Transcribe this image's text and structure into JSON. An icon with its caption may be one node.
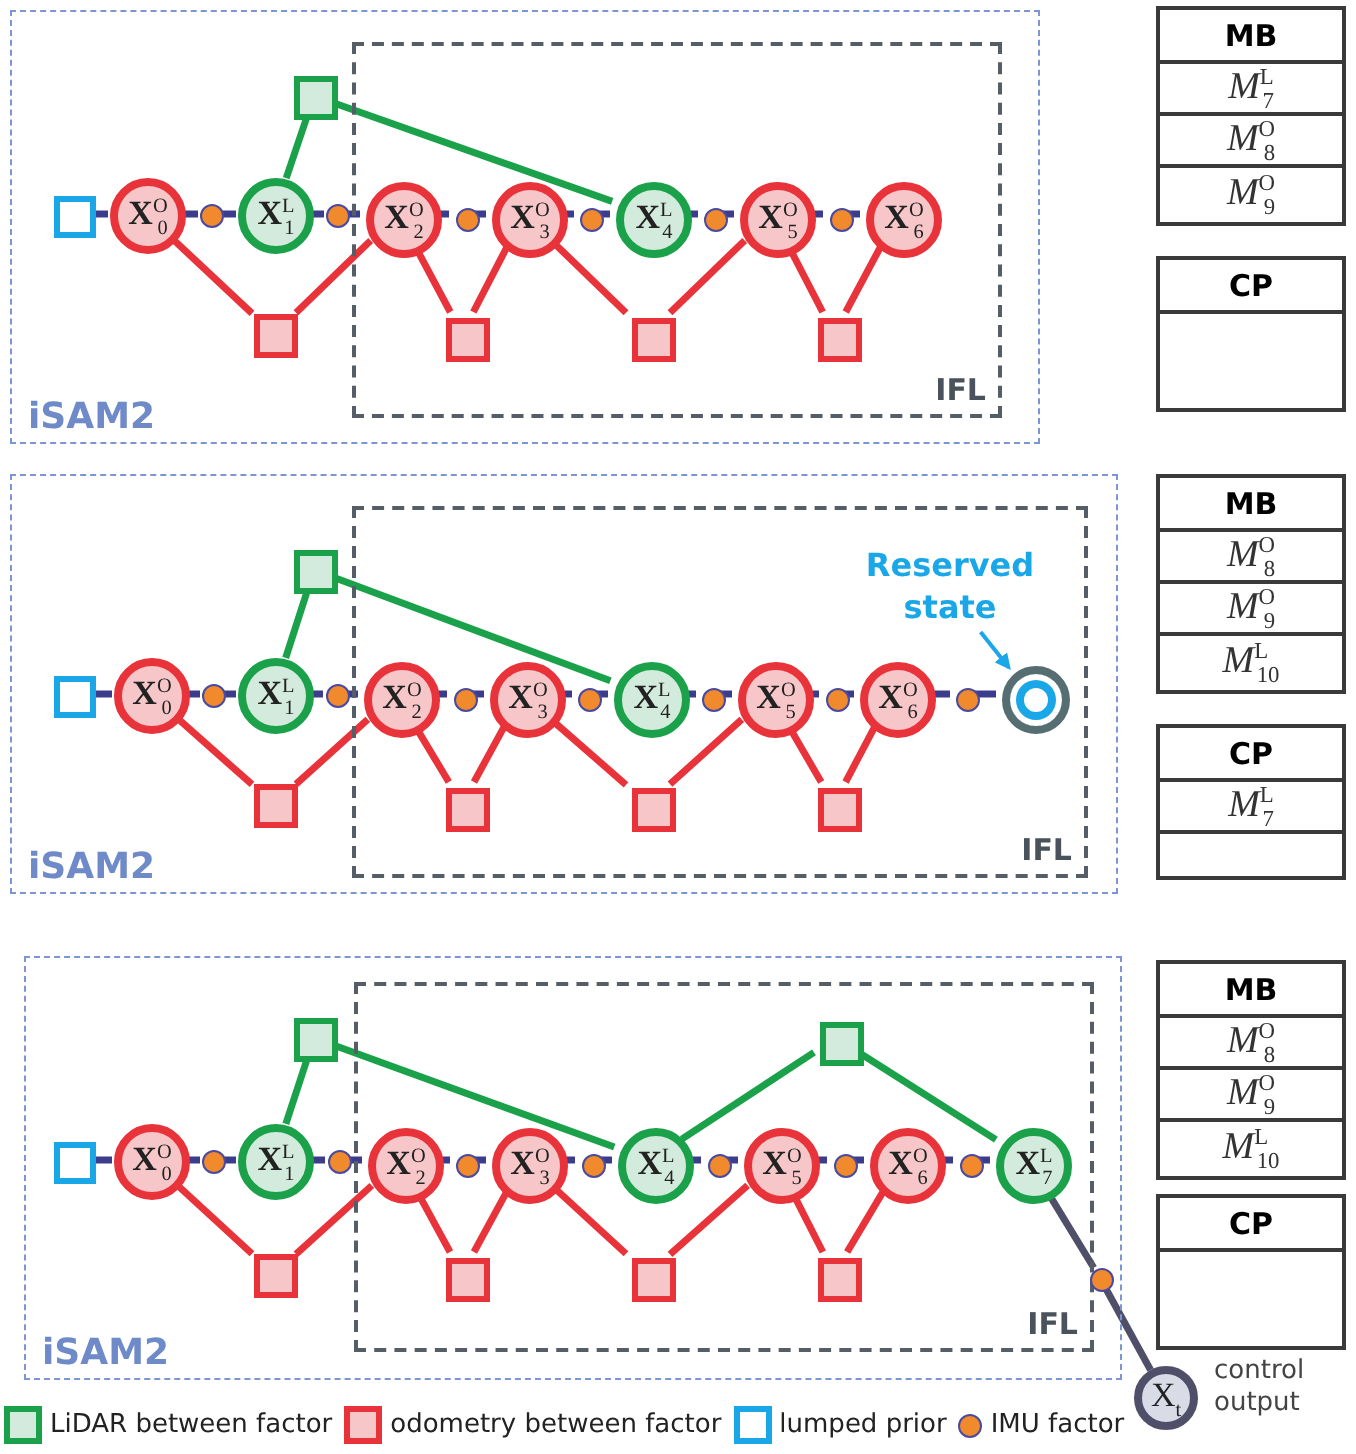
{
  "diagram": {
    "nodes": [
      {
        "text": [
          "iSAM2"
        ]
      },
      {
        "text": [
          "IFL"
        ],
        "in": 0
      },
      {
        "text": [],
        "shape": "box",
        "in": 0
      },
      {
        "text": [],
        "shape": "box",
        "in": 0
      },
      {
        "text": [
          "**X**$^{O}$$_{0}$"
        ],
        "in": 0
      },
      {
        "text": [],
        "shape": "circle",
        "in": 0
      },
      {
        "text": [
          "**X**$^{L}$$_{1}$"
        ],
        "in": 0
      },
      {
        "text": [],
        "shape": "circle",
        "in": 0
      },
      {
        "text": [
          "**X**$^{O}$$_{2}$"
        ],
        "in": 1
      },
      {
        "text": [],
        "shape": "circle",
        "in": 1
      },
      {
        "text": [
          "**X**$^{O}$$_{3}$"
        ],
        "in": 1
      },
      {
        "text": [],
        "shape": "circle",
        "in": 1
      },
      {
        "text": [
          "**X**$^{L}$$_{4}$"
        ],
        "in": 1
      },
      {
        "text": [],
        "shape": "circle",
        "in": 1
      },
      {
        "text": [
          "**X**$^{O}$$_{5}$"
        ],
        "in": 1
      },
      {
        "text": [],
        "shape": "circle",
        "in": 1
      },
      {
        "text": [
          "**X**$^{O}$$_{6}$"
        ],
        "in": 1
      },
      {
        "text": [],
        "shape": "box",
        "in": 0
      },
      {
        "text": [],
        "shape": "box",
        "in": 1
      },
      {
        "text": [],
        "shape": "box",
        "in": 1
      },
      {
        "text": [],
        "shape": "box",
        "in": 1
      },
      {
        "text": [
          "MB",
          "*M*$^{L}$$_{7}$",
          "*M*$^{O}$$_{8}$",
          "*M*$^{O}$$_{9}$"
        ]
      },
      {
        "text": [
          "CP"
        ]
      },
      {
        "text": [
          "iSAM2"
        ]
      },
      {
        "text": [
          "IFL"
        ],
        "in": 23
      },
      {
        "text": [],
        "shape": "box",
        "in": 23
      },
      {
        "text": [
          "Reserved state"
        ],
        "in": 24
      },
      {
        "text": [],
        "shape": "box",
        "in": 23
      },
      {
        "text": [
          "**X**$^{O}$$_{0}$"
        ],
        "in": 23
      },
      {
        "text": [],
        "shape": "circle",
        "in": 23
      },
      {
        "text": [
          "**X**$^{L}$$_{1}$"
        ],
        "in": 23
      },
      {
        "text": [],
        "shape": "circle",
        "in": 23
      },
      {
        "text": [
          "**X**$^{O}$$_{2}$"
        ],
        "in": 24
      },
      {
        "text": [],
        "shape": "circle",
        "in": 24
      },
      {
        "text": [
          "**X**$^{O}$$_{3}$"
        ],
        "in": 24
      },
      {
        "text": [],
        "shape": "circle",
        "in": 24
      },
      {
        "text": [
          "**X**$^{L}$$_{4}$"
        ],
        "in": 24
      },
      {
        "text": [],
        "shape": "circle",
        "in": 24
      },
      {
        "text": [
          "**X**$^{O}$$_{5}$"
        ],
        "in": 24
      },
      {
        "text": [],
        "shape": "circle",
        "in": 24
      },
      {
        "text": [
          "**X**$^{O}$$_{6}$"
        ],
        "in": 24
      },
      {
        "text": [],
        "shape": "circle",
        "in": 24
      },
      {
        "text": [],
        "shape": "circle",
        "in": 24
      },
      {
        "text": [],
        "shape": "box",
        "in": 23
      },
      {
        "text": [],
        "shape": "box",
        "in": 24
      },
      {
        "text": [],
        "shape": "box",
        "in": 24
      },
      {
        "text": [],
        "shape": "box",
        "in": 24
      },
      {
        "text": [
          "MB",
          "*M*$^{O}$$_{8}$",
          "*M*$^{O}$$_{9}$",
          "*M*$^{L}$$_{10}$"
        ]
      },
      {
        "text": [
          "CP",
          "*M*$^{L}$$_{7}$"
        ]
      },
      {
        "text": [
          "iSAM2"
        ]
      },
      {
        "text": [
          "IFL"
        ],
        "in": 49
      },
      {
        "text": [],
        "shape": "box",
        "in": 49
      },
      {
        "text": [],
        "shape": "box",
        "in": 50
      },
      {
        "text": [],
        "shape": "box",
        "in": 49
      },
      {
        "text": [
          "**X**$^{O}$$_{0}$"
        ],
        "in": 49
      },
      {
        "text": [],
        "shape": "circle",
        "in": 49
      },
      {
        "text": [
          "**X**$^{L}$$_{1}$"
        ],
        "in": 49
      },
      {
        "text": [],
        "shape": "circle",
        "in": 49
      },
      {
        "text": [
          "**X**$^{O}$$_{2}$"
        ],
        "in": 50
      },
      {
        "text": [],
        "shape": "circle",
        "in": 50
      },
      {
        "text": [
          "**X**$^{O}$$_{3}$"
        ],
        "in": 50
      },
      {
        "text": [],
        "shape": "circle",
        "in": 50
      },
      {
        "text": [
          "**X**$^{L}$$_{4}$"
        ],
        "in": 50
      },
      {
        "text": [],
        "shape": "circle",
        "in": 50
      },
      {
        "text": [
          "**X**$^{O}$$_{5}$"
        ],
        "in": 50
      },
      {
        "text": [],
        "shape": "circle",
        "in": 50
      },
      {
        "text": [
          "**X**$^{O}$$_{6}$"
        ],
        "in": 50
      },
      {
        "text": [],
        "shape": "circle",
        "in": 50
      },
      {
        "text": [
          "**X**$^{L}$$_{7}$"
        ],
        "in": 50
      },
      {
        "text": [],
        "shape": "box",
        "in": 49
      },
      {
        "text": [],
        "shape": "box",
        "in": 50
      },
      {
        "text": [],
        "shape": "box",
        "in": 50
      },
      {
        "text": [],
        "shape": "box",
        "in": 50
      },
      {
        "text": [],
        "shape": "circle",
        "in": 49
      },
      {
        "text": [
          "X$_{t}$"
        ],
        "beside": [
          "control output"
        ]
      },
      {
        "text": [
          "MB",
          "*M*$^{O}$$_{8}$",
          "*M*$^{O}$$_{9}$",
          "*M*$^{L}$$_{10}$"
        ]
      },
      {
        "text": [
          "CP"
        ]
      }
    ],
    "edges": [
      {
        "from": 2,
        "to": 6,
        "arrow": "none",
        "color": "#1aa14a"
      },
      {
        "from": 2,
        "to": 12,
        "arrow": "none",
        "color": "#1aa14a"
      },
      {
        "from": 3,
        "to": 4,
        "arrow": "none"
      },
      {
        "from": 4,
        "to": 5,
        "arrow": "none"
      },
      {
        "from": 5,
        "to": 6,
        "arrow": "none"
      },
      {
        "from": 6,
        "to": 7,
        "arrow": "none"
      },
      {
        "from": 7,
        "to": 8,
        "arrow": "none"
      },
      {
        "from": 8,
        "to": 9,
        "arrow": "none"
      },
      {
        "from": 9,
        "to": 10,
        "arrow": "none"
      },
      {
        "from": 10,
        "to": 11,
        "arrow": "none"
      },
      {
        "from": 11,
        "to": 12,
        "arrow": "none"
      },
      {
        "from": 12,
        "to": 13,
        "arrow": "none"
      },
      {
        "from": 13,
        "to": 14,
        "arrow": "none"
      },
      {
        "from": 14,
        "to": 15,
        "arrow": "none"
      },
      {
        "from": 15,
        "to": 16,
        "arrow": "none"
      },
      {
        "from": 17,
        "to": 4,
        "arrow": "none",
        "color": "#e8333a"
      },
      {
        "from": 17,
        "to": 8,
        "arrow": "none",
        "color": "#e8333a"
      },
      {
        "from": 18,
        "to": 8,
        "arrow": "none",
        "color": "#e8333a"
      },
      {
        "from": 18,
        "to": 10,
        "arrow": "none",
        "color": "#e8333a"
      },
      {
        "from": 19,
        "to": 10,
        "arrow": "none",
        "color": "#e8333a"
      },
      {
        "from": 19,
        "to": 14,
        "arrow": "none",
        "color": "#e8333a"
      },
      {
        "from": 20,
        "to": 14,
        "arrow": "none",
        "color": "#e8333a"
      },
      {
        "from": 20,
        "to": 16,
        "arrow": "none",
        "color": "#e8333a"
      },
      {
        "from": 25,
        "to": 30,
        "arrow": "none",
        "color": "#1aa14a"
      },
      {
        "from": 25,
        "to": 36,
        "arrow": "none",
        "color": "#1aa14a"
      },
      {
        "from": 27,
        "to": 28,
        "arrow": "none"
      },
      {
        "from": 28,
        "to": 29,
        "arrow": "none"
      },
      {
        "from": 29,
        "to": 30,
        "arrow": "none"
      },
      {
        "from": 30,
        "to": 31,
        "arrow": "none"
      },
      {
        "from": 31,
        "to": 32,
        "arrow": "none"
      },
      {
        "from": 32,
        "to": 33,
        "arrow": "none"
      },
      {
        "from": 33,
        "to": 34,
        "arrow": "none"
      },
      {
        "from": 34,
        "to": 35,
        "arrow": "none"
      },
      {
        "from": 35,
        "to": 36,
        "arrow": "none"
      },
      {
        "from": 36,
        "to": 37,
        "arrow": "none"
      },
      {
        "from": 37,
        "to": 38,
        "arrow": "none"
      },
      {
        "from": 38,
        "to": 39,
        "arrow": "none"
      },
      {
        "from": 39,
        "to": 40,
        "arrow": "none"
      },
      {
        "from": 40,
        "to": 41,
        "arrow": "none"
      },
      {
        "from": 41,
        "to": 42,
        "arrow": "none"
      },
      {
        "from": 43,
        "to": 28,
        "arrow": "none",
        "color": "#e8333a"
      },
      {
        "from": 43,
        "to": 32,
        "arrow": "none",
        "color": "#e8333a"
      },
      {
        "from": 44,
        "to": 32,
        "arrow": "none",
        "color": "#e8333a"
      },
      {
        "from": 44,
        "to": 34,
        "arrow": "none",
        "color": "#e8333a"
      },
      {
        "from": 45,
        "to": 34,
        "arrow": "none",
        "color": "#e8333a"
      },
      {
        "from": 45,
        "to": 38,
        "arrow": "none",
        "color": "#e8333a"
      },
      {
        "from": 46,
        "to": 38,
        "arrow": "none",
        "color": "#e8333a"
      },
      {
        "from": 46,
        "to": 40,
        "arrow": "none",
        "color": "#e8333a"
      },
      {
        "from": 26,
        "to": 42,
        "arrow": "to",
        "color": "#1aa7e8"
      },
      {
        "from": 51,
        "to": 56,
        "arrow": "none",
        "color": "#1aa14a"
      },
      {
        "from": 51,
        "to": 62,
        "arrow": "none",
        "color": "#1aa14a"
      },
      {
        "from": 52,
        "to": 62,
        "arrow": "none",
        "color": "#1aa14a"
      },
      {
        "from": 52,
        "to": 68,
        "arrow": "none",
        "color": "#1aa14a"
      },
      {
        "from": 53,
        "to": 54,
        "arrow": "none"
      },
      {
        "from": 54,
        "to": 55,
        "arrow": "none"
      },
      {
        "from": 55,
        "to": 56,
        "arrow": "none"
      },
      {
        "from": 56,
        "to": 57,
        "arrow": "none"
      },
      {
        "from": 57,
        "to": 58,
        "arrow": "none"
      },
      {
        "from": 58,
        "to": 59,
        "arrow": "none"
      },
      {
        "from": 59,
        "to": 60,
        "arrow": "none"
      },
      {
        "from": 60,
        "to": 61,
        "arrow": "none"
      },
      {
        "from": 61,
        "to": 62,
        "arrow": "none"
      },
      {
        "from": 62,
        "to": 63,
        "arrow": "none"
      },
      {
        "from": 63,
        "to": 64,
        "arrow": "none"
      },
      {
        "from": 64,
        "to": 65,
        "arrow": "none"
      },
      {
        "from": 65,
        "to": 66,
        "arrow": "none"
      },
      {
        "from": 66,
        "to": 67,
        "arrow": "none"
      },
      {
        "from": 67,
        "to": 68,
        "arrow": "none"
      },
      {
        "from": 69,
        "to": 54,
        "arrow": "none",
        "color": "#e8333a"
      },
      {
        "from": 69,
        "to": 58,
        "arrow": "none",
        "color": "#e8333a"
      },
      {
        "from": 70,
        "to": 58,
        "arrow": "none",
        "color": "#e8333a"
      },
      {
        "from": 70,
        "to": 60,
        "arrow": "none",
        "color": "#e8333a"
      },
      {
        "from": 71,
        "to": 60,
        "arrow": "none",
        "color": "#e8333a"
      },
      {
        "from": 71,
        "to": 64,
        "arrow": "none",
        "color": "#e8333a"
      },
      {
        "from": 72,
        "to": 64,
        "arrow": "none",
        "color": "#e8333a"
      },
      {
        "from": 72,
        "to": 66,
        "arrow": "none",
        "color": "#e8333a"
      },
      {
        "from": 68,
        "to": 73,
        "arrow": "none",
        "color": "#4f4f6a"
      },
      {
        "from": 73,
        "to": 74,
        "arrow": "none",
        "color": "#4f4f6a"
      }
    ],
    "legend": [
      {
        "text": "LiDAR between factor"
      },
      {
        "text": "odometry between factor"
      },
      {
        "text": "lumped prior"
      },
      {
        "text": "IMU factor"
      }
    ]
  }
}
